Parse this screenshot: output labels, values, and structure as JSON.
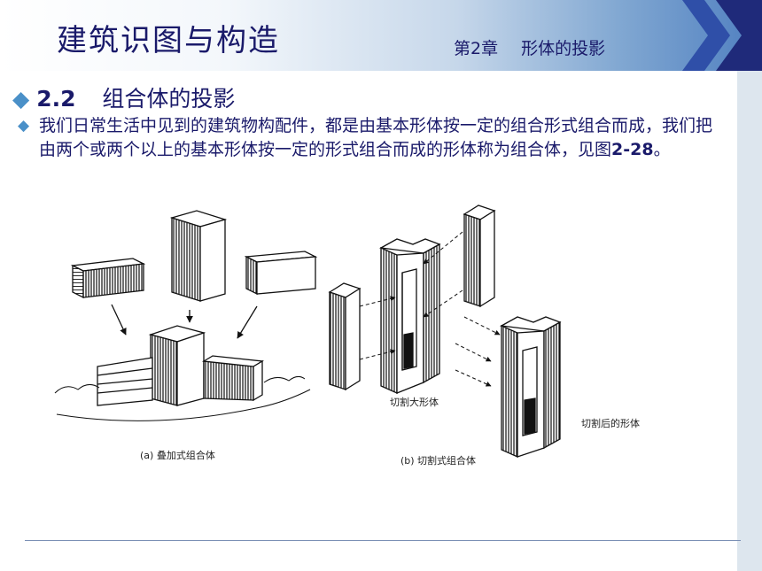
{
  "header": {
    "title": "建筑识图与构造",
    "chapter_label": "第2章",
    "chapter_name": "形体的投影"
  },
  "section": {
    "number": "2.2",
    "title": "组合体的投影"
  },
  "paragraph": {
    "text": "我们日常生活中见到的建筑物构配件，都是由基本形体按一定的组合形式组合而成，我们把由两个或两个以上的基本形体按一定的形式组合而成的形体称为组合体，见图",
    "figure_ref": "2-28",
    "end": "。"
  },
  "figure": {
    "caption_a": "(a) 叠加式组合体",
    "caption_b": "(b) 切割式组合体",
    "label_big": "切割大形体",
    "label_after": "切割后的形体"
  },
  "colors": {
    "title_text": "#1a1a6a",
    "bullet": "#4a90c8",
    "chevron_dark": "#1f2a7a",
    "chevron_light": "#3b56b3"
  }
}
